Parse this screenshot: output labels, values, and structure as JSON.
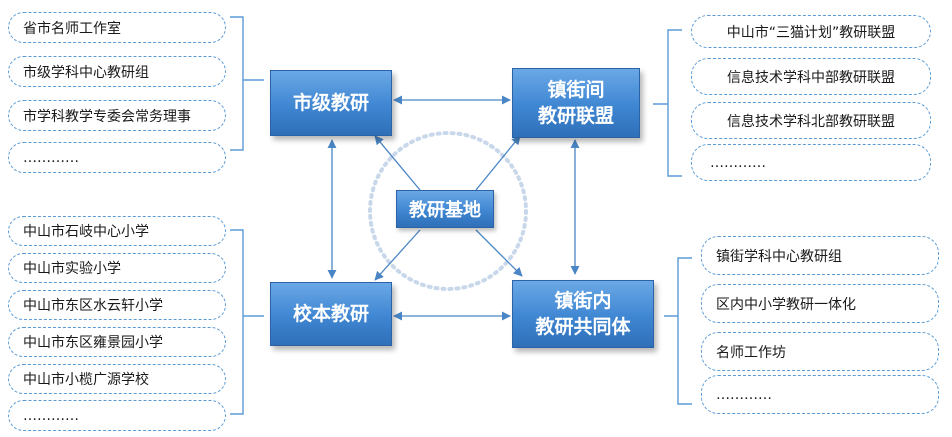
{
  "center": {
    "label": "教研基地"
  },
  "nodes": {
    "city": {
      "label": "市级教研"
    },
    "town_alliance": {
      "line1": "镇街间",
      "line2": "教研联盟"
    },
    "school": {
      "label": "校本教研"
    },
    "town_community": {
      "line1": "镇街内",
      "line2": "教研共同体"
    }
  },
  "lists": {
    "top_left": [
      "省市名师工作室",
      "市级学科中心教研组",
      "市学科教学专委会常务理事",
      "…………"
    ],
    "top_right": [
      "中山市“三猫计划”教研联盟",
      "信息技术学科中部教研联盟",
      "信息技术学科北部教研联盟",
      "…………"
    ],
    "bottom_left": [
      "中山市石岐中心小学",
      "中山市实验小学",
      "中山市东区水云轩小学",
      "中山市东区雍景园小学",
      "中山市小榄广源学校",
      "…………"
    ],
    "bottom_right": [
      "镇街学科中心教研组",
      "区内中小学教研一体化",
      "名师工作坊",
      "…………"
    ]
  },
  "colors": {
    "node_blue": "#3f86d2",
    "dash_border": "#5b9bd5",
    "arrow": "#4a86c5",
    "bracket": "#5b9bd5"
  }
}
